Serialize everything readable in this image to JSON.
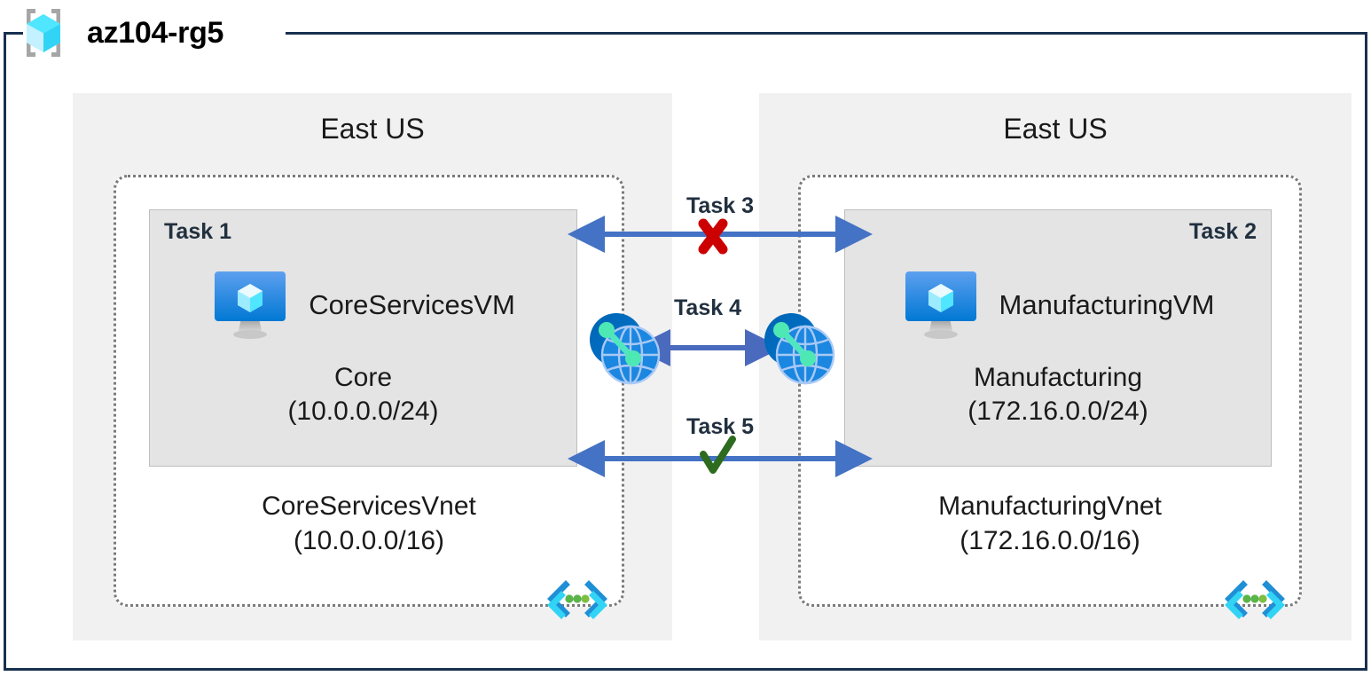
{
  "resource_group": {
    "name": "az104-rg5",
    "icon": "resource-group-cube-icon"
  },
  "regions": [
    {
      "id": "left",
      "label": "East US"
    },
    {
      "id": "right",
      "label": "East US"
    }
  ],
  "vnets": [
    {
      "id": "core",
      "name": "CoreServicesVnet",
      "address_space": "(10.0.0.0/16)",
      "icon": "virtual-network-icon",
      "subnet": {
        "task_tag": "Task 1",
        "task_tag_align": "left",
        "name": "Core",
        "address_prefix": "(10.0.0.0/24)",
        "vm_name": "CoreServicesVM",
        "vm_icon": "virtual-machine-icon"
      }
    },
    {
      "id": "manufacturing",
      "name": "ManufacturingVnet",
      "address_space": "(172.16.0.0/16)",
      "icon": "virtual-network-icon",
      "subnet": {
        "task_tag": "Task 2",
        "task_tag_align": "right",
        "name": "Manufacturing",
        "address_prefix": "(172.16.0.0/24)",
        "vm_name": "ManufacturingVM",
        "vm_icon": "virtual-machine-icon"
      }
    }
  ],
  "connectors": [
    {
      "id": "task3",
      "label": "Task 3",
      "marker": "cross-icon",
      "marker_meaning": "blocked",
      "marker_color": "#cc0000",
      "arrow_color": "#4472c4"
    },
    {
      "id": "task4",
      "label": "Task 4",
      "marker": "none",
      "marker_meaning": "peering",
      "arrow_color": "#4a6bbd",
      "endpoint_icon": "virtual-network-peering-icon"
    },
    {
      "id": "task5",
      "label": "Task 5",
      "marker": "check-icon",
      "marker_meaning": "allowed",
      "marker_color": "#2d6b1f",
      "arrow_color": "#4472c4"
    }
  ],
  "colors": {
    "frame_border": "#18304f",
    "region_bg": "#f1f1f1",
    "subnet_bg": "#e4e4e4",
    "vnet_border": "#7a7a7a",
    "arrow_blue": "#4472c4",
    "azure_blue": "#0078d4",
    "cyan": "#50e6ff"
  }
}
